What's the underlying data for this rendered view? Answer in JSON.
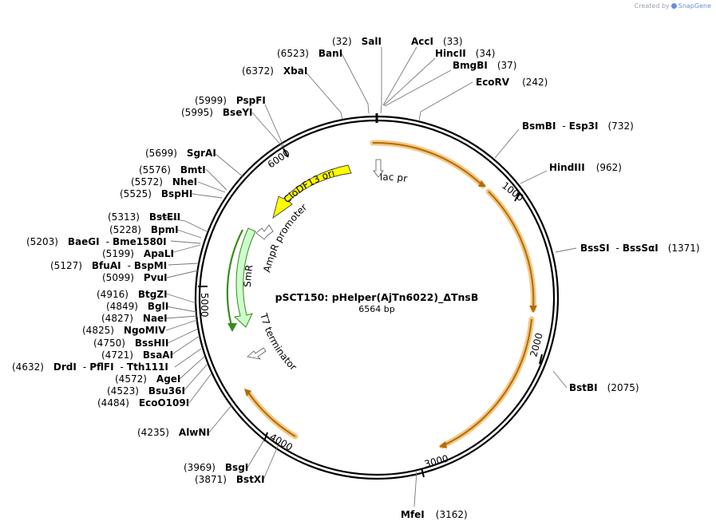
{
  "credit": {
    "prefix": "Created by",
    "brand": "SnapGene"
  },
  "plasmid": {
    "name": "pSCT150: pHelper(AjTn6022)_ΔTnsB",
    "size_label": "6564 bp",
    "length": 6564
  },
  "ticks": [
    "1000",
    "2000",
    "3000",
    "4000",
    "5000",
    "6000"
  ],
  "features": [
    {
      "name": "lac promoter",
      "type": "promoter",
      "fill": "#ffffff"
    },
    {
      "name": "CloDF13 ori",
      "type": "origin",
      "fill": "#ffff00"
    },
    {
      "name": "AmpR promoter",
      "type": "promoter",
      "fill": "#ffffff"
    },
    {
      "name": "SmR",
      "type": "cds",
      "fill": "#ccffcc"
    },
    {
      "name": "T7 terminator",
      "type": "terminator",
      "fill": "#ffffff"
    }
  ],
  "colors": {
    "orf_arrow": "#b46a0a",
    "orf_glow": "#f3c882",
    "smr_arc": "#3a8a1c"
  },
  "sites": [
    {
      "enzyme": "SalI",
      "pos": "(32)"
    },
    {
      "enzyme": "AccI",
      "pos": "(33)"
    },
    {
      "enzyme": "HincII",
      "pos": "(34)"
    },
    {
      "enzyme": "BmgBI",
      "pos": "(37)"
    },
    {
      "enzyme": "EcoRV",
      "pos": "(242)"
    },
    {
      "enzyme": "BsmBI",
      "enzyme2": "Esp3I",
      "pos": "(732)"
    },
    {
      "enzyme": "HindIII",
      "pos": "(962)"
    },
    {
      "enzyme": "BssSI",
      "enzyme2": "BssSαI",
      "pos": "(1371)"
    },
    {
      "enzyme": "BstBI",
      "pos": "(2075)"
    },
    {
      "enzyme": "MfeI",
      "pos": "(3162)"
    },
    {
      "enzyme": "BanI",
      "pos": "(6523)"
    },
    {
      "enzyme": "XbaI",
      "pos": "(6372)"
    },
    {
      "enzyme": "PspFI",
      "pos": "(5999)"
    },
    {
      "enzyme": "BseYI",
      "pos": "(5995)"
    },
    {
      "enzyme": "SgrAI",
      "pos": "(5699)"
    },
    {
      "enzyme": "BmtI",
      "pos": "(5576)"
    },
    {
      "enzyme": "NheI",
      "pos": "(5572)"
    },
    {
      "enzyme": "BspHI",
      "pos": "(5525)"
    },
    {
      "enzyme": "BstEII",
      "pos": "(5313)"
    },
    {
      "enzyme": "BpmI",
      "pos": "(5228)"
    },
    {
      "enzyme": "BaeGI",
      "enzyme2": "Bme1580I",
      "pos": "(5203)"
    },
    {
      "enzyme": "ApaLI",
      "pos": "(5199)"
    },
    {
      "enzyme": "BfuAI",
      "enzyme2": "BspMI",
      "pos": "(5127)"
    },
    {
      "enzyme": "PvuI",
      "pos": "(5099)"
    },
    {
      "enzyme": "BtgZI",
      "pos": "(4916)"
    },
    {
      "enzyme": "BglI",
      "pos": "(4849)"
    },
    {
      "enzyme": "NaeI",
      "pos": "(4827)"
    },
    {
      "enzyme": "NgoMIV",
      "pos": "(4825)"
    },
    {
      "enzyme": "BssHII",
      "pos": "(4750)"
    },
    {
      "enzyme": "BsaAI",
      "pos": "(4721)"
    },
    {
      "enzyme": "DrdI",
      "enzyme2": "PflFI",
      "enzyme3": "Tth111I",
      "pos": "(4632)"
    },
    {
      "enzyme": "AgeI",
      "pos": "(4572)"
    },
    {
      "enzyme": "Bsu36I",
      "pos": "(4523)"
    },
    {
      "enzyme": "EcoO109I",
      "pos": "(4484)"
    },
    {
      "enzyme": "AlwNI",
      "pos": "(4235)"
    },
    {
      "enzyme": "BsgI",
      "pos": "(3969)"
    },
    {
      "enzyme": "BstXI",
      "pos": "(3871)"
    }
  ]
}
